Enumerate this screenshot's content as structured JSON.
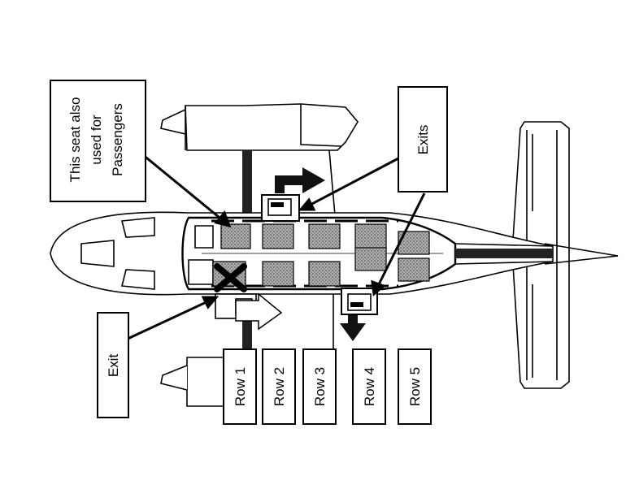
{
  "callouts": {
    "seat_note": [
      "This seat also",
      "used for",
      "Passengers"
    ],
    "exits": "Exits",
    "exit": "Exit"
  },
  "rows": [
    "Row 1",
    "Row 2",
    "Row 3",
    "Row 4",
    "Row 5"
  ],
  "colors": {
    "ink": "#000000",
    "seat_fill": "#9a9a9a",
    "background": "#ffffff"
  }
}
